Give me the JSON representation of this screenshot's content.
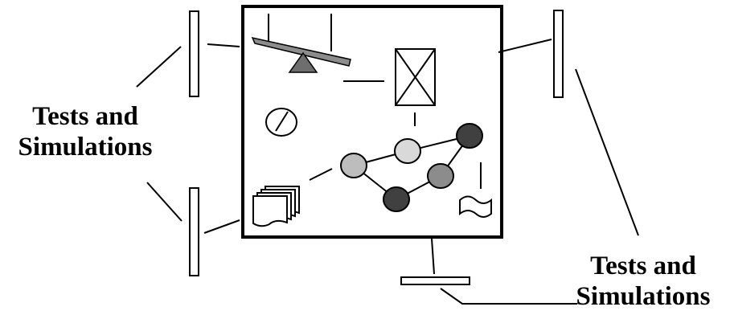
{
  "labels": {
    "left": {
      "line1": "Tests and",
      "line2": "Simulations"
    },
    "right": {
      "line1": "Tests and",
      "line2": "Simulations"
    }
  },
  "colors": {
    "stroke": "#000000",
    "lever_beam": "#8c8c8c",
    "fulcrum": "#6e6e6e",
    "node_light": "#d9d9d9",
    "node_mid": "#bdbdbd",
    "node_gray": "#8c8c8c",
    "node_dark": "#404040"
  },
  "icons": [
    "lever-icon",
    "crossed-box-icon",
    "gauge-icon",
    "document-stack-icon",
    "flag-icon"
  ]
}
